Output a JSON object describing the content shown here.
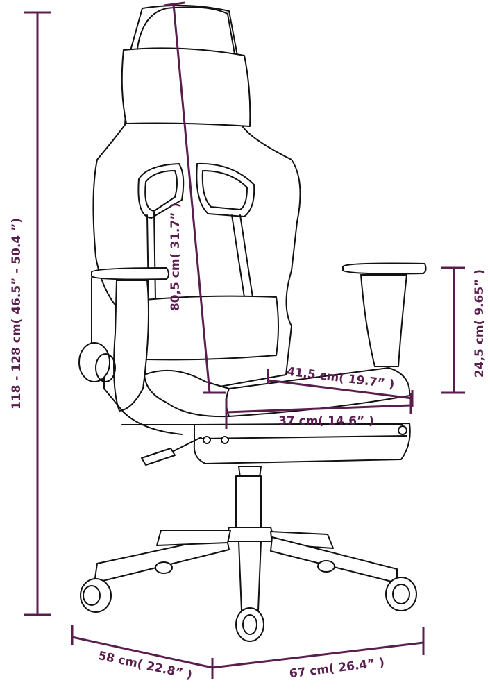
{
  "colors": {
    "dimension": "#5a1e4e",
    "outline": "#111111",
    "background": "#ffffff"
  },
  "dimensions": {
    "total_height": "118 - 128 cm( 46.5” - 50.4 ”)",
    "backrest_height": "80,5 cm( 31.7” )",
    "armrest_height": "24,5 cm( 9.65” )",
    "seat_width": "41,5 cm( 19.7” )",
    "seat_depth": "37 cm( 14.6” )",
    "base_depth": "58 cm( 22.8” )",
    "base_width": "67 cm( 26.4” )"
  }
}
